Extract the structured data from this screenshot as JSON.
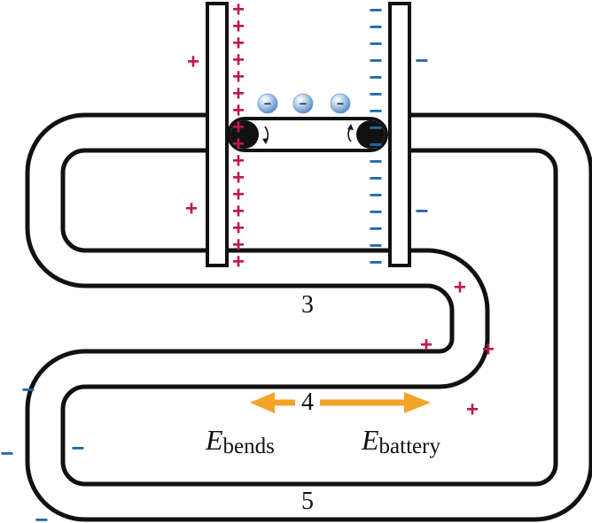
{
  "segments": {
    "seg3": "3",
    "seg4": "4",
    "seg5": "5"
  },
  "fields": {
    "bends": {
      "symbol": "E",
      "subscript": "bends"
    },
    "battery": {
      "symbol": "E",
      "subscript": "battery"
    }
  },
  "charges": {
    "plus": "+",
    "minus": "−"
  },
  "electron_sign": "−",
  "colors": {
    "positive": "#c0184a",
    "negative": "#1f6aaa",
    "arrow": "#f4a32a",
    "wire": "#111111",
    "electron": "#8eb6e0"
  }
}
